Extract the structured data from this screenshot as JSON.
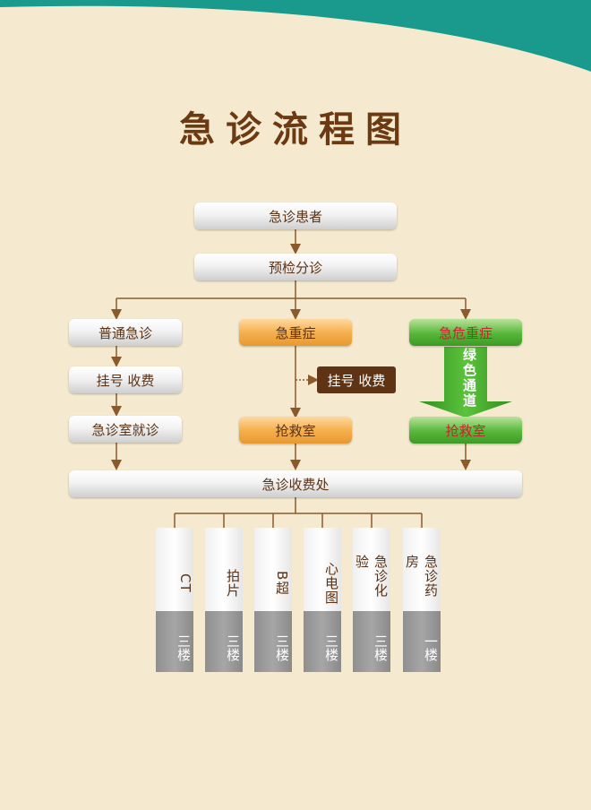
{
  "title": "急诊流程图",
  "colors": {
    "background": "#f5ead0",
    "header_band": "#1a9a8c",
    "arrow": "#8a5a2b",
    "title": "#6b3a12"
  },
  "nodes": {
    "patient": "急诊患者",
    "triage": "预检分诊",
    "general": "普通急诊",
    "general_register": "挂号 收费",
    "general_room": "急诊室就诊",
    "severe": "急重症",
    "severe_register": "挂号 收费",
    "severe_rescue": "抢救室",
    "critical": "急危重症",
    "green_channel": "绿色通道",
    "critical_rescue": "抢救室",
    "cashier": "急诊收费处"
  },
  "departments": [
    {
      "name": "CT",
      "floor": "三楼"
    },
    {
      "name": "拍片",
      "floor": "三楼"
    },
    {
      "name": "B超",
      "floor": "三楼"
    },
    {
      "name": "心电图",
      "floor": "三楼"
    },
    {
      "name": "急诊化验",
      "floor": "三楼"
    },
    {
      "name": "急诊药房",
      "floor": "一楼"
    }
  ]
}
